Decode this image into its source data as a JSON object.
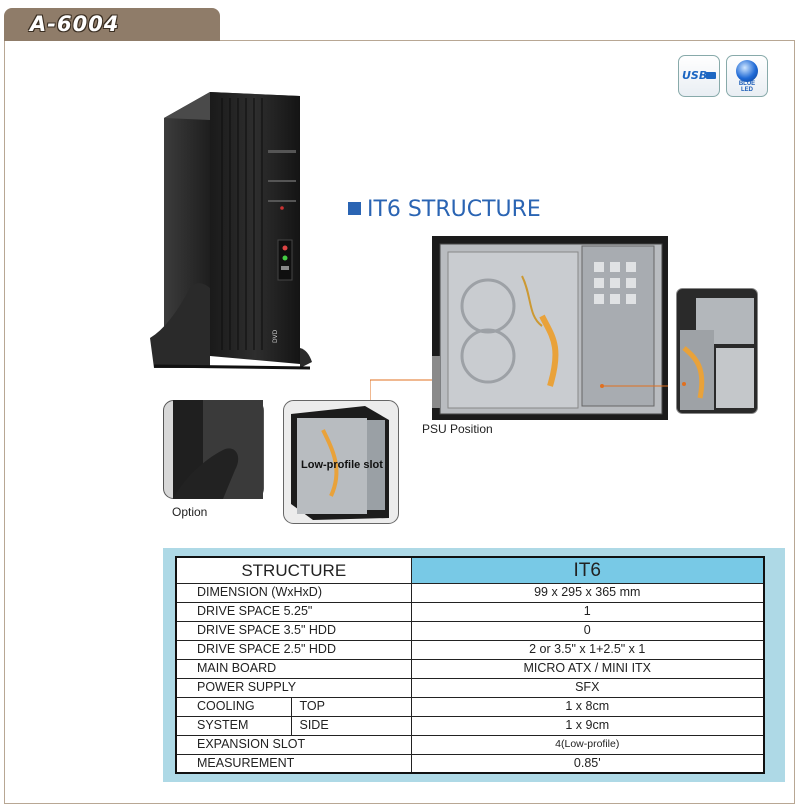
{
  "header": {
    "model": "A-6004"
  },
  "badges": {
    "usb": "USB",
    "led_line1": "BLUE",
    "led_line2": "LED"
  },
  "heading": {
    "title": "IT6  STRUCTURE"
  },
  "photos": {
    "psu_label": "PSU Position",
    "option_label": "Option",
    "lowprofile_label": "Low-profile slot",
    "dvd_label": "DVD"
  },
  "spec_table": {
    "header_left": "STRUCTURE",
    "header_right": "IT6",
    "rows": [
      {
        "label": "DIMENSION (WxHxD)",
        "value": "99 x 295 x 365 mm"
      },
      {
        "label": "DRIVE SPACE 5.25\"",
        "value": "1"
      },
      {
        "label": "DRIVE SPACE 3.5\" HDD",
        "value": "0"
      },
      {
        "label": "DRIVE SPACE 2.5\" HDD",
        "value": "2 or 3.5\" x 1+2.5\" x 1"
      },
      {
        "label": "MAIN BOARD",
        "value": "MICRO ATX / MINI ITX"
      },
      {
        "label": "POWER SUPPLY",
        "value": "SFX"
      }
    ],
    "cooling": {
      "label_line1": "COOLING",
      "label_line2": "SYSTEM",
      "top_label": "TOP",
      "top_value": "1 x  8cm",
      "side_label": "SIDE",
      "side_value": "1 x 9cm"
    },
    "expansion": {
      "label": "EXPANSION SLOT",
      "value": "4(Low-profile)"
    },
    "measurement": {
      "label": "MEASUREMENT",
      "value": "0.85'"
    }
  }
}
